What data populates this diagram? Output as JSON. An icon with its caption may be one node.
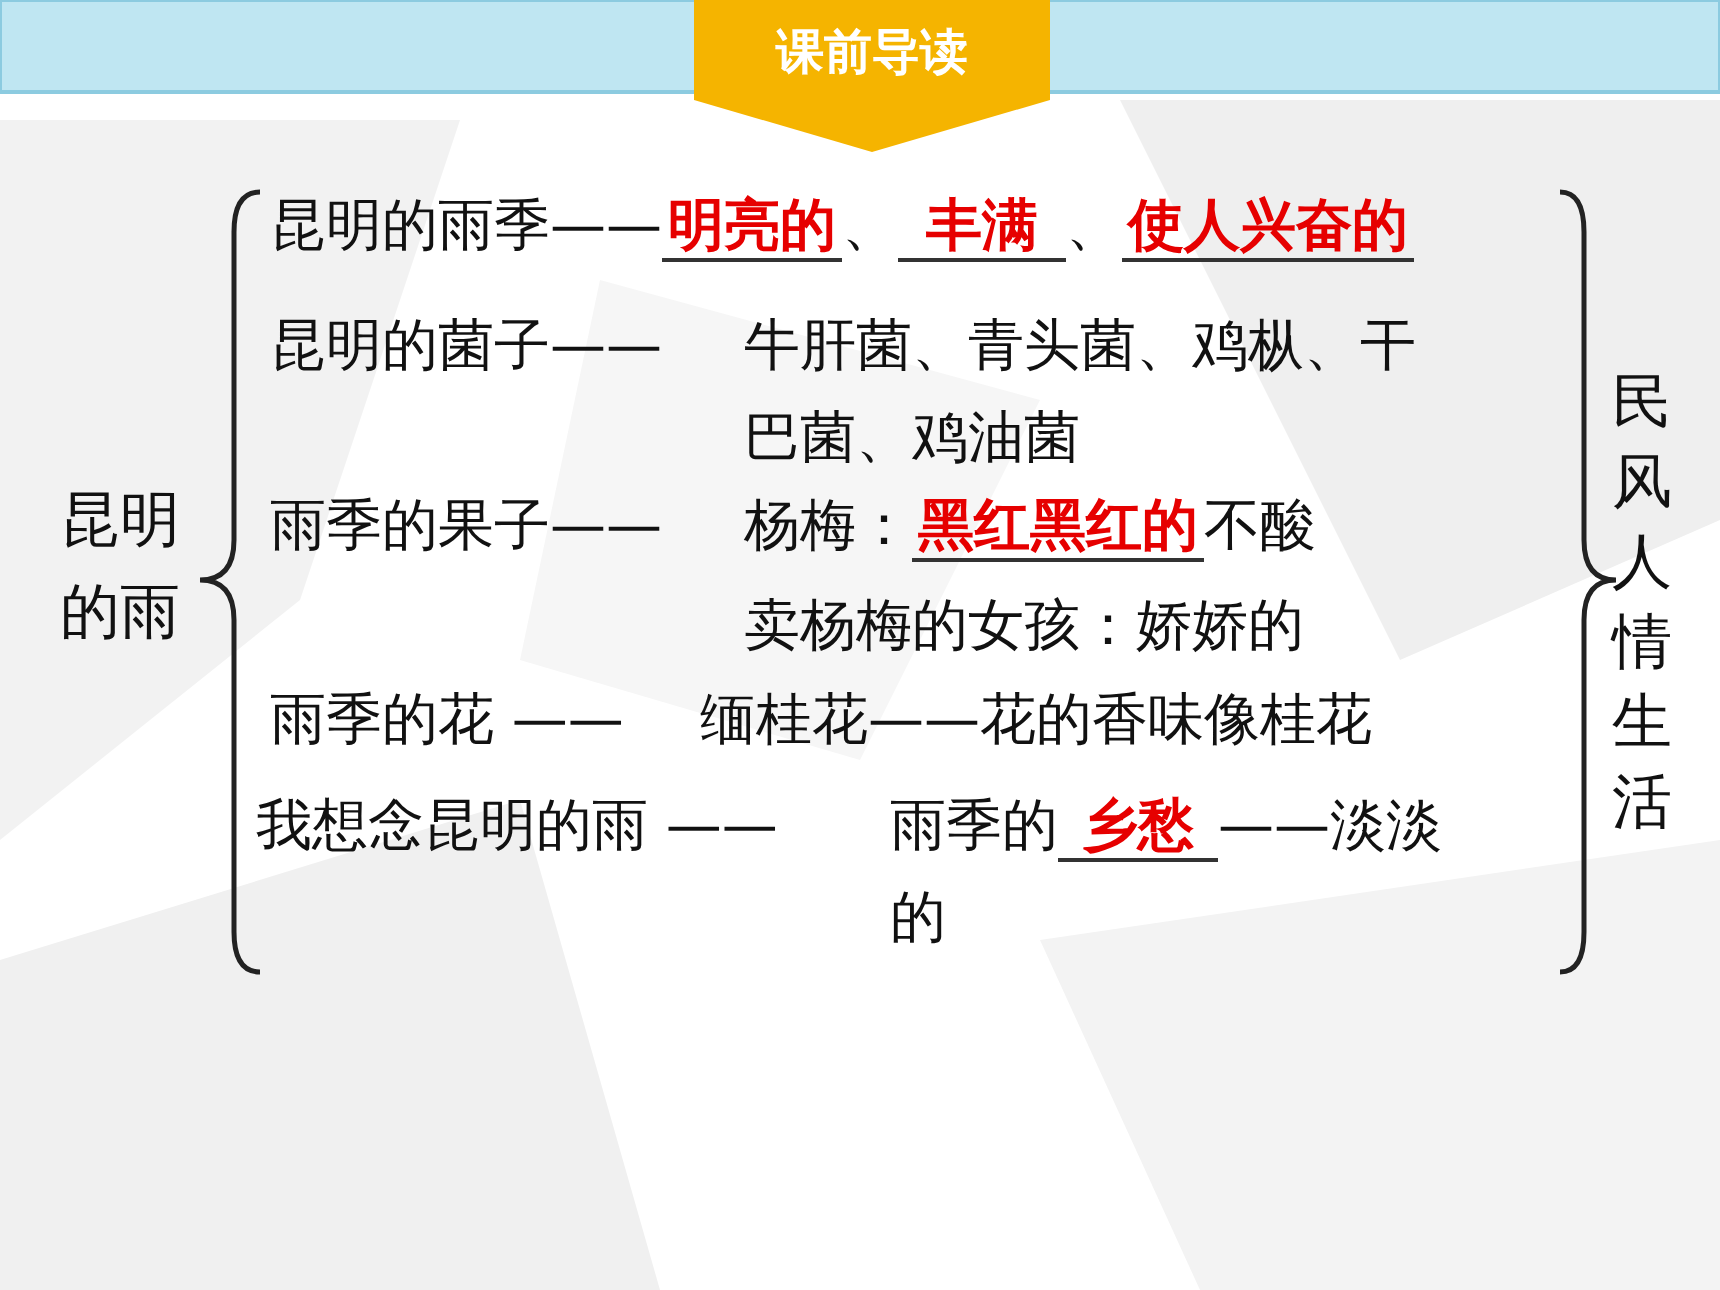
{
  "diagram": {
    "title": "课前导读",
    "nodes": [
      {
        "text": [
          "昆明的雨"
        ]
      },
      {
        "text": [
          "民风人情生活"
        ]
      }
    ],
    "labels": [
      "昆明的雨季——",
      "明亮的",
      "、",
      "丰满",
      "、",
      "使人兴奋的",
      "昆明的菌子——",
      "牛肝菌、青头菌、鸡枞、干巴菌、鸡油菌",
      "雨季的果子——",
      "杨梅：",
      "黑红黑红的",
      "不酸",
      "卖杨梅的女孩：娇娇的",
      "雨季的花 ——",
      "缅桂花——花的香味像桂花",
      "我想念昆明的雨 ——",
      "雨季的",
      "乡愁",
      "——淡淡的"
    ]
  }
}
